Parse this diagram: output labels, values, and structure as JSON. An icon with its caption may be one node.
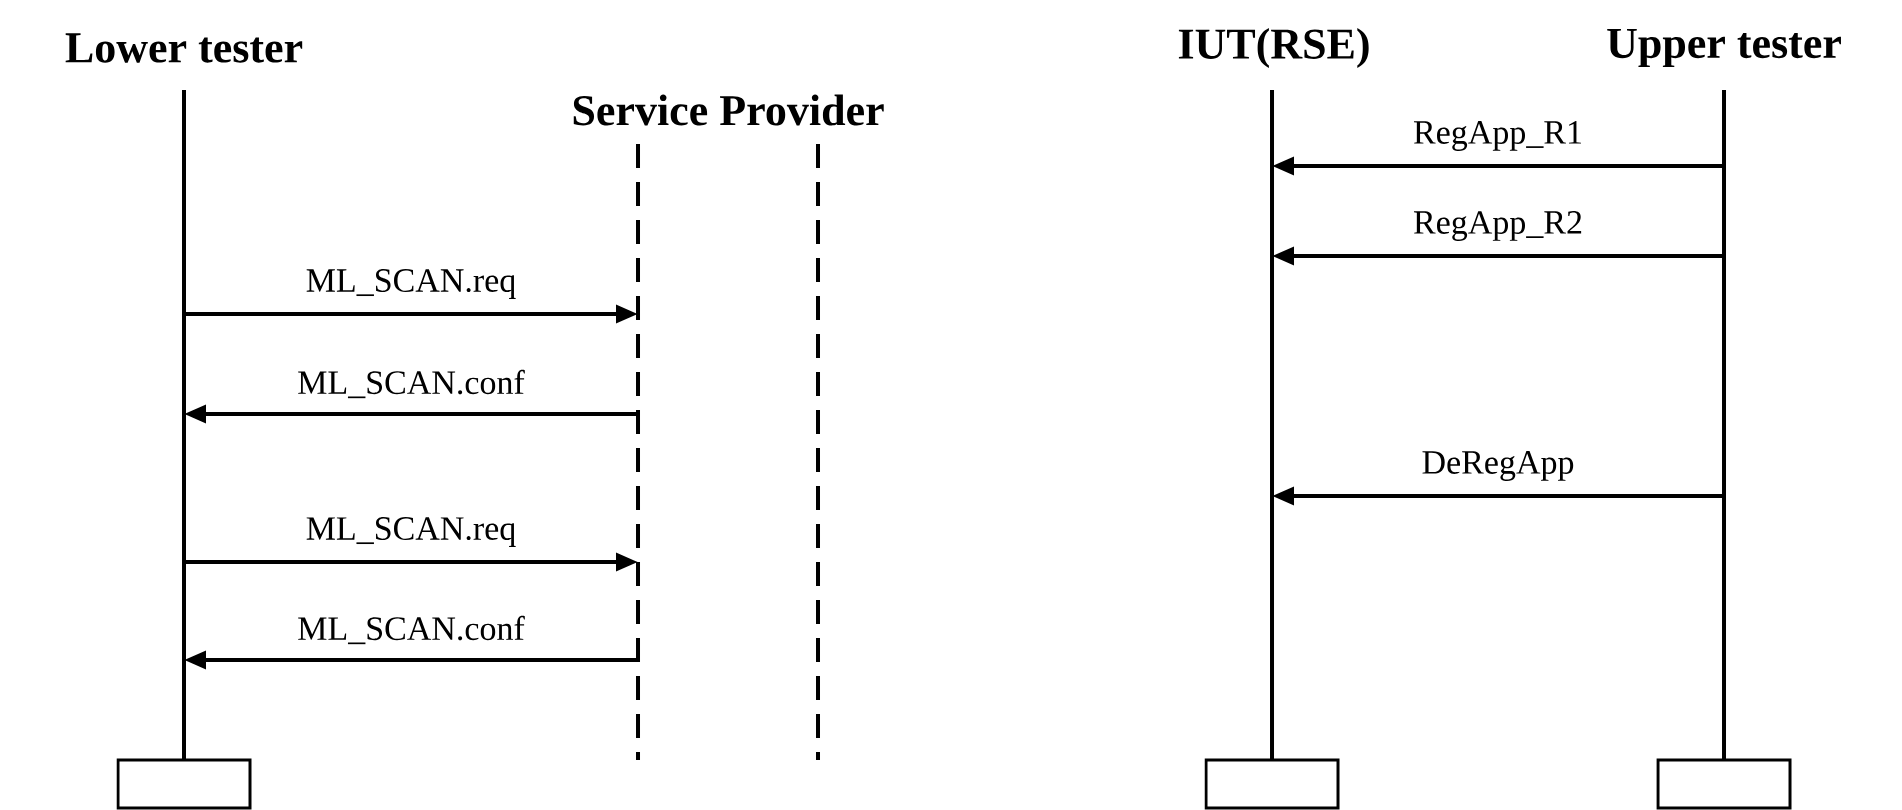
{
  "diagram": {
    "nodes": [
      {
        "text": [
          "Lower tester"
        ]
      },
      {
        "text": [
          "Service Provider"
        ]
      },
      {
        "text": [
          "IUT(RSE)"
        ]
      },
      {
        "text": [
          "Upper tester"
        ]
      },
      {
        "text": [],
        "shape": "box"
      },
      {
        "text": [],
        "shape": "box"
      },
      {
        "text": [],
        "shape": "box"
      }
    ],
    "edges": [
      {
        "from": 0,
        "to": 1,
        "arrow": "to",
        "label": "ML_SCAN.req"
      },
      {
        "from": 1,
        "to": 0,
        "arrow": "to",
        "label": "ML_SCAN.conf"
      },
      {
        "from": 0,
        "to": 1,
        "arrow": "to",
        "label": "ML_SCAN.req"
      },
      {
        "from": 1,
        "to": 0,
        "arrow": "to",
        "label": "ML_SCAN.conf"
      },
      {
        "from": 3,
        "to": 2,
        "arrow": "to",
        "label": "RegApp_R1"
      },
      {
        "from": 3,
        "to": 2,
        "arrow": "to",
        "label": "RegApp_R2"
      },
      {
        "from": 3,
        "to": 2,
        "arrow": "to",
        "label": "DeRegApp"
      }
    ]
  }
}
